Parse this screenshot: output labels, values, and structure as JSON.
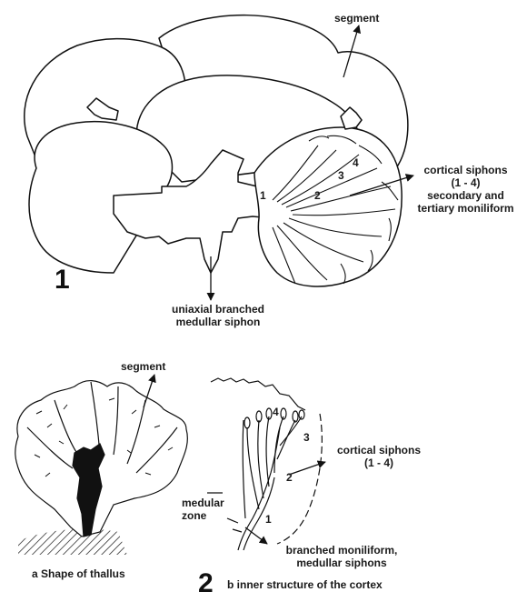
{
  "figure1": {
    "number": "1",
    "segment_label": "segment",
    "cortical_line1": "cortical siphons",
    "cortical_line2": "(1 - 4)",
    "cortical_line3": "secondary and",
    "cortical_line4": "tertiary moniliform",
    "medullar_line1": "uniaxial branched",
    "medullar_line2": "medullar siphon",
    "branch_numbers": [
      "1",
      "2",
      "3",
      "4"
    ]
  },
  "figure2": {
    "number": "2",
    "segment_label": "segment",
    "cortical_line1": "cortical siphons",
    "cortical_line2": "(1 - 4)",
    "medular_line1": "medular",
    "medular_line2": "zone",
    "branched_line1": "branched moniliform,",
    "branched_line2": "medullar siphons",
    "caption_a": "a Shape of thallus",
    "caption_b": "b inner structure of the cortex",
    "branch_numbers": [
      "1",
      "2",
      "3",
      "4"
    ]
  }
}
